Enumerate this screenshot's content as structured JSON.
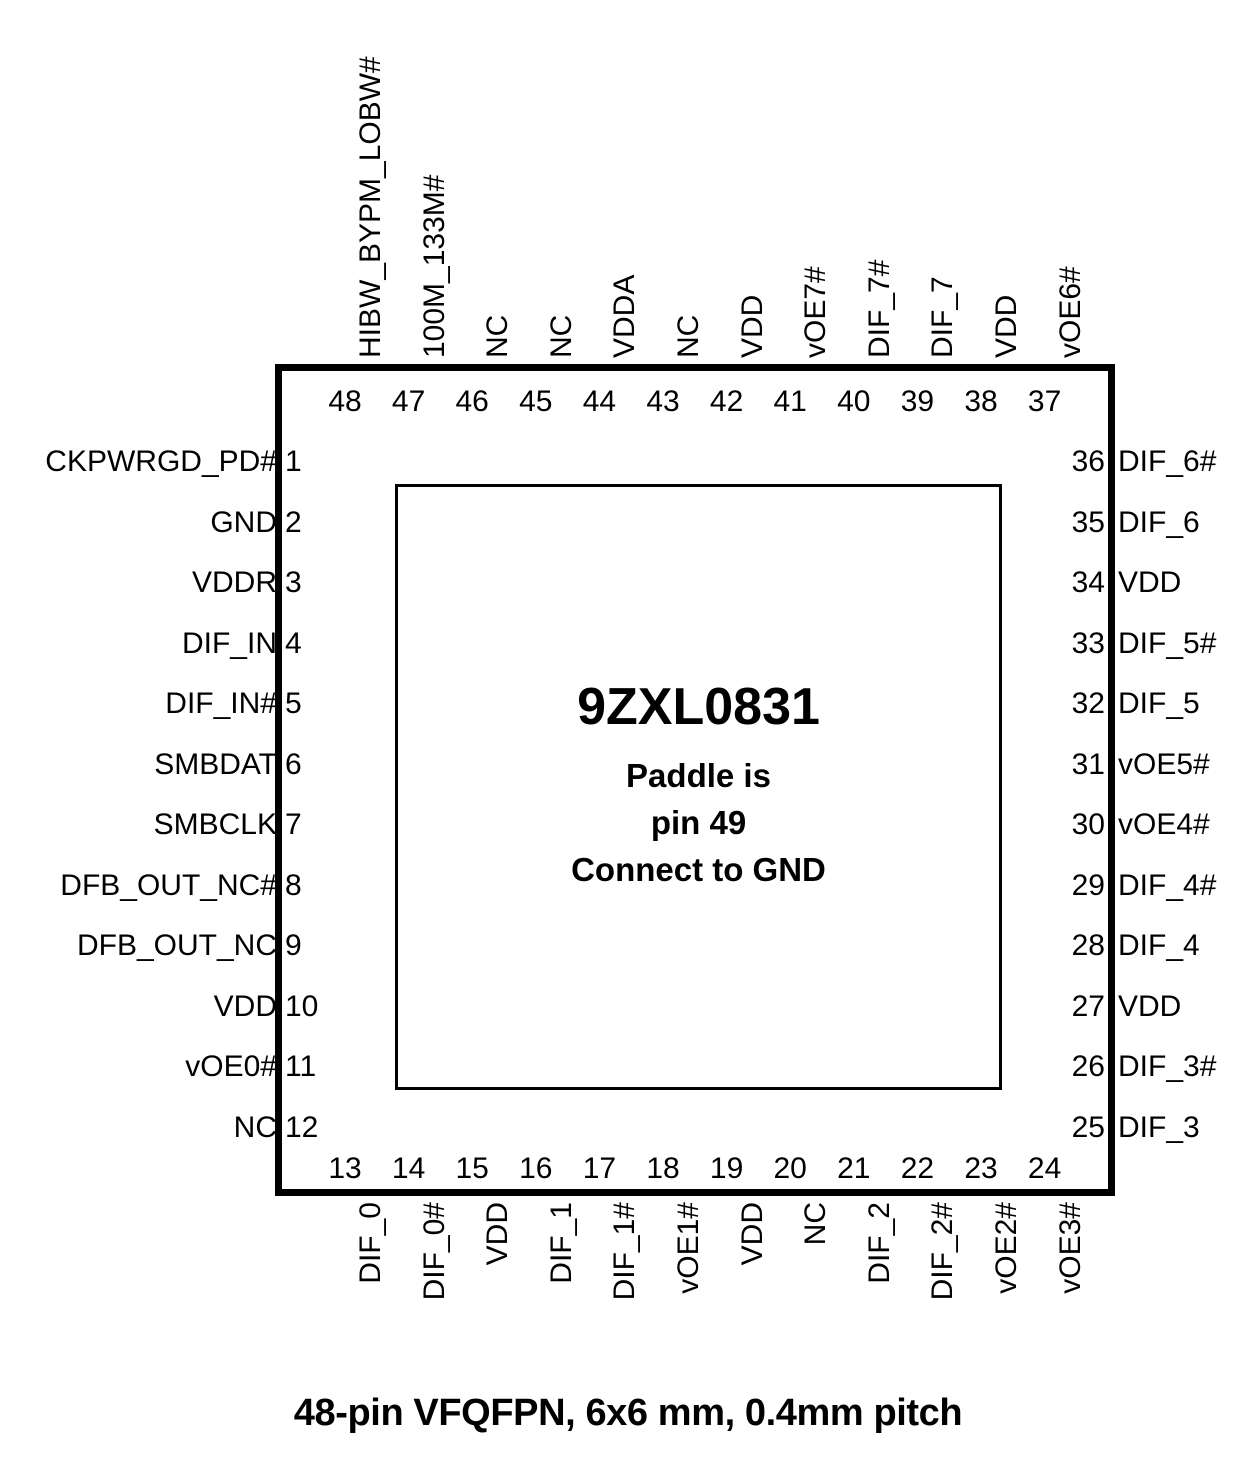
{
  "part": {
    "number": "9ZXL0831",
    "paddle_note_line1": "Paddle is",
    "paddle_note_line2": "pin 49",
    "paddle_note_line3": "Connect to GND"
  },
  "caption": "48-pin VFQFPN, 6x6 mm, 0.4mm pitch",
  "package": {
    "pin_count": 48,
    "type": "VFQFPN",
    "body_size": "6x6 mm",
    "pitch": "0.4mm",
    "paddle_pin": "49"
  },
  "pins": {
    "left": [
      {
        "num": "1",
        "label": "CKPWRGD_PD#"
      },
      {
        "num": "2",
        "label": "GND"
      },
      {
        "num": "3",
        "label": "VDDR"
      },
      {
        "num": "4",
        "label": "DIF_IN"
      },
      {
        "num": "5",
        "label": "DIF_IN#"
      },
      {
        "num": "6",
        "label": "SMBDAT"
      },
      {
        "num": "7",
        "label": "SMBCLK"
      },
      {
        "num": "8",
        "label": "DFB_OUT_NC#"
      },
      {
        "num": "9",
        "label": "DFB_OUT_NC"
      },
      {
        "num": "10",
        "label": "VDD"
      },
      {
        "num": "11",
        "label": "vOE0#"
      },
      {
        "num": "12",
        "label": "NC"
      }
    ],
    "bottom": [
      {
        "num": "13",
        "label": "DIF_0"
      },
      {
        "num": "14",
        "label": "DIF_0#"
      },
      {
        "num": "15",
        "label": "VDD"
      },
      {
        "num": "16",
        "label": "DIF_1"
      },
      {
        "num": "17",
        "label": "DIF_1#"
      },
      {
        "num": "18",
        "label": "vOE1#"
      },
      {
        "num": "19",
        "label": "VDD"
      },
      {
        "num": "20",
        "label": "NC"
      },
      {
        "num": "21",
        "label": "DIF_2"
      },
      {
        "num": "22",
        "label": "DIF_2#"
      },
      {
        "num": "23",
        "label": "vOE2#"
      },
      {
        "num": "24",
        "label": "vOE3#"
      }
    ],
    "right": [
      {
        "num": "25",
        "label": "DIF_3"
      },
      {
        "num": "26",
        "label": "DIF_3#"
      },
      {
        "num": "27",
        "label": "VDD"
      },
      {
        "num": "28",
        "label": "DIF_4"
      },
      {
        "num": "29",
        "label": "DIF_4#"
      },
      {
        "num": "30",
        "label": "vOE4#"
      },
      {
        "num": "31",
        "label": "vOE5#"
      },
      {
        "num": "32",
        "label": "DIF_5"
      },
      {
        "num": "33",
        "label": "DIF_5#"
      },
      {
        "num": "34",
        "label": "VDD"
      },
      {
        "num": "35",
        "label": "DIF_6"
      },
      {
        "num": "36",
        "label": "DIF_6#"
      }
    ],
    "top": [
      {
        "num": "37",
        "label": "vOE6#"
      },
      {
        "num": "38",
        "label": "VDD"
      },
      {
        "num": "39",
        "label": "DIF_7"
      },
      {
        "num": "40",
        "label": "DIF_7#"
      },
      {
        "num": "41",
        "label": "vOE7#"
      },
      {
        "num": "42",
        "label": "VDD"
      },
      {
        "num": "43",
        "label": "NC"
      },
      {
        "num": "44",
        "label": "VDDA"
      },
      {
        "num": "45",
        "label": "NC"
      },
      {
        "num": "46",
        "label": "NC"
      },
      {
        "num": "47",
        "label": "100M_133M#"
      },
      {
        "num": "48",
        "label": "HIBW_BYPM_LOBW#"
      }
    ]
  },
  "colors": {
    "outline": "#000000",
    "text": "#000000",
    "background": "#ffffff"
  }
}
